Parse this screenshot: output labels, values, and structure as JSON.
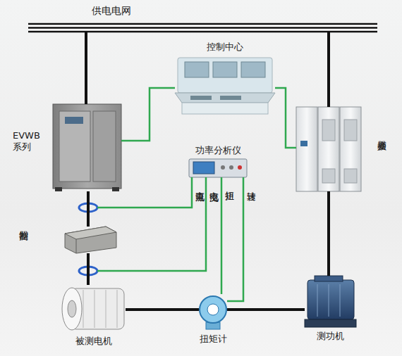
{
  "diagram": {
    "nodes": [
      {
        "text": [
          "供电电网"
        ]
      },
      {
        "text": [
          "控制中心"
        ]
      },
      {
        "text": [
          "EVWB 系列"
        ]
      },
      {
        "text": [
          "功率分析仪"
        ]
      },
      {
        "text": [
          "变频器"
        ]
      },
      {
        "text": [
          "控制器"
        ]
      },
      {
        "text": [
          "被测电机"
        ]
      },
      {
        "text": [
          "扭矩计"
        ]
      },
      {
        "text": [
          "测功机"
        ]
      }
    ],
    "edges": [
      {
        "from": 0,
        "to": 2,
        "arrow": "none"
      },
      {
        "from": 0,
        "to": 4,
        "arrow": "none"
      },
      {
        "from": 1,
        "to": 2,
        "arrow": "none"
      },
      {
        "from": 1,
        "to": 4,
        "arrow": "none"
      },
      {
        "from": 2,
        "to": 5,
        "arrow": "none"
      },
      {
        "from": 5,
        "to": 6,
        "arrow": "none"
      },
      {
        "from": 6,
        "to": 7,
        "arrow": "none"
      },
      {
        "from": 7,
        "to": 8,
        "arrow": "none"
      },
      {
        "from": 4,
        "to": 8,
        "arrow": "none"
      },
      {
        "from": 7,
        "to": 3,
        "label": "扭矩",
        "arrow": "none"
      },
      {
        "from": 7,
        "to": 3,
        "label": "转速",
        "arrow": "none"
      }
    ],
    "labels": [
      "直流电",
      "交流电"
    ]
  }
}
